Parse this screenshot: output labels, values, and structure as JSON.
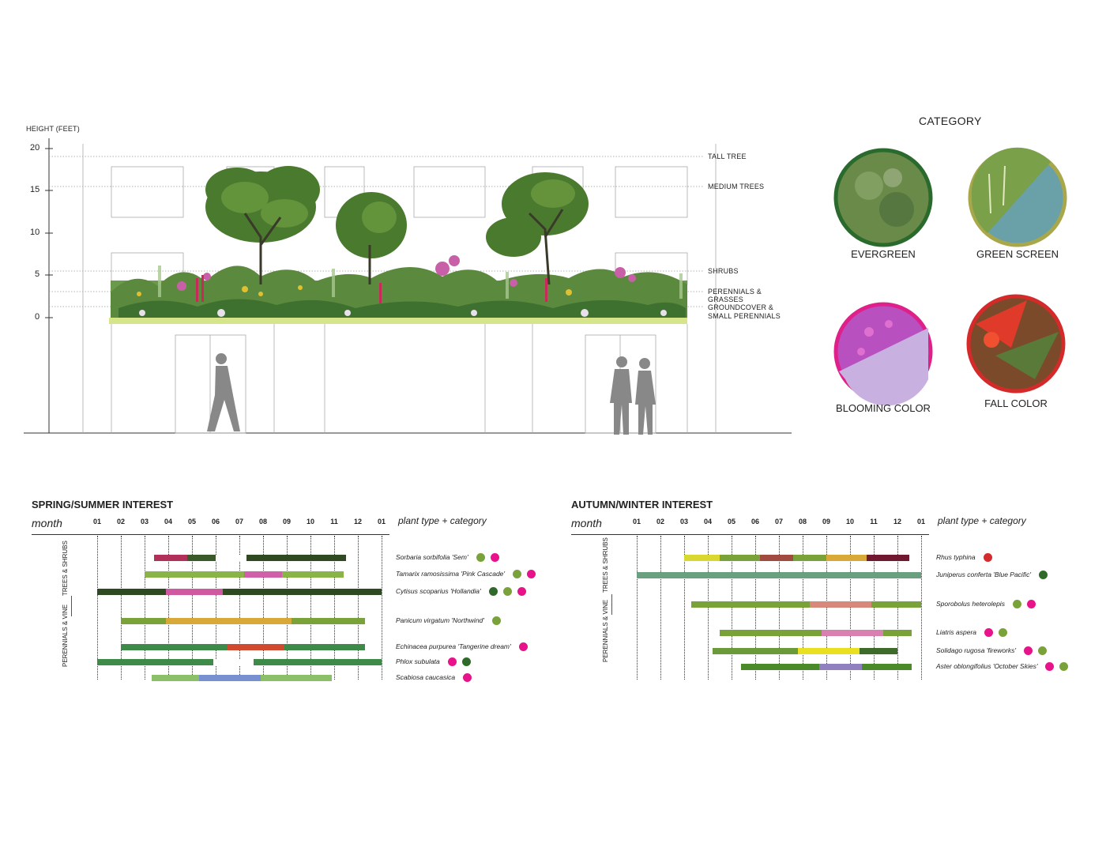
{
  "colors": {
    "evergreen": "#2a6a2c",
    "green_screen": "#a8a84a",
    "blooming": "#e0208a",
    "fall": "#d42a2a",
    "dot_green": "#7aa23a",
    "dot_dark": "#2f6a2a",
    "dot_pink": "#e8128a",
    "dot_red": "#d22c2c"
  },
  "elevation": {
    "height_label": "HEIGHT (FEET)",
    "y_ticks": [
      "20",
      "15",
      "10",
      "5",
      "0"
    ],
    "levels": [
      "TALL TREE",
      "MEDIUM TREES",
      "SHRUBS",
      "PERENNIALS & GRASSES",
      "GROUNDCOVER &",
      "SMALL PERENNIALS"
    ]
  },
  "category": {
    "title": "CATEGORY",
    "items": [
      "EVERGREEN",
      "GREEN SCREEN",
      "BLOOMING COLOR",
      "FALL COLOR"
    ]
  },
  "spring": {
    "title": "SPRING/SUMMER INTEREST",
    "month_label": "month",
    "type_label": "plant type + category",
    "months": [
      "01",
      "02",
      "03",
      "04",
      "05",
      "06",
      "07",
      "08",
      "09",
      "10",
      "11",
      "12",
      "01"
    ],
    "group_labels": [
      "TREES & SHRUBS",
      "PERENNIALS & VINE"
    ],
    "plants": [
      {
        "name": "Sorbaria sorbifolia 'Sem'",
        "dots": [
          "dot_green",
          "dot_pink"
        ],
        "segments": [
          [
            2.4,
            3.8,
            "#b0305a"
          ],
          [
            3.8,
            5.0,
            "#3a5a2a"
          ],
          [
            5.0,
            6.3,
            "#ffffff"
          ],
          [
            6.3,
            10.5,
            "#2f4a22"
          ]
        ]
      },
      {
        "name": "Tamarix ramosissima 'Pink Cascade'",
        "dots": [
          "dot_green",
          "dot_pink"
        ],
        "segments": [
          [
            2.0,
            6.2,
            "#8ab448"
          ],
          [
            6.2,
            7.8,
            "#d060a8"
          ],
          [
            7.8,
            10.4,
            "#8ab448"
          ]
        ]
      },
      {
        "name": "Cytisus scoparius 'Hollandia'",
        "dots": [
          "dot_dark",
          "dot_green",
          "dot_pink"
        ],
        "segments": [
          [
            0.0,
            2.9,
            "#2e4a20"
          ],
          [
            2.9,
            5.3,
            "#d058a0"
          ],
          [
            5.3,
            12.0,
            "#2e4a20"
          ]
        ]
      },
      {
        "name": "Panicum virgatum 'Northwind'",
        "dots": [
          "dot_green"
        ],
        "segments": [
          [
            1.0,
            2.9,
            "#7aa23a"
          ],
          [
            2.9,
            8.2,
            "#d8a838"
          ],
          [
            8.2,
            11.3,
            "#7aa23a"
          ]
        ]
      },
      {
        "name": "Echinacea purpurea 'Tangerine dream'",
        "dots": [
          "dot_pink"
        ],
        "segments": [
          [
            1.0,
            5.5,
            "#3e8a48"
          ],
          [
            5.5,
            7.9,
            "#d04a30"
          ],
          [
            7.9,
            11.3,
            "#3e8a48"
          ]
        ]
      },
      {
        "name": "Phlox subulata",
        "dots": [
          "dot_pink",
          "dot_dark"
        ],
        "segments": [
          [
            0.0,
            4.9,
            "#3e8a48"
          ],
          [
            4.9,
            6.6,
            "#ffffff"
          ],
          [
            6.6,
            12.0,
            "#3e8a48"
          ]
        ]
      },
      {
        "name": "Scabiosa caucasica",
        "dots": [
          "dot_pink"
        ],
        "segments": [
          [
            2.3,
            4.3,
            "#8cc068"
          ],
          [
            4.3,
            6.9,
            "#7890d0"
          ],
          [
            6.9,
            9.9,
            "#8cc068"
          ]
        ]
      }
    ]
  },
  "autumn": {
    "title": "AUTUMN/WINTER INTEREST",
    "month_label": "month",
    "type_label": "plant type + category",
    "months": [
      "01",
      "02",
      "03",
      "04",
      "05",
      "06",
      "07",
      "08",
      "09",
      "10",
      "11",
      "12",
      "01"
    ],
    "group_labels": [
      "TREES & SHRUBS",
      "PERENNIALS & VINE"
    ],
    "plants": [
      {
        "name": "Rhus typhina",
        "dots": [
          "dot_red"
        ],
        "segments": [
          [
            2.0,
            3.5,
            "#d8d830"
          ],
          [
            3.5,
            5.2,
            "#7aa23a"
          ],
          [
            5.2,
            6.6,
            "#a04a40"
          ],
          [
            6.6,
            8.0,
            "#7aa23a"
          ],
          [
            8.0,
            9.7,
            "#d8a838"
          ],
          [
            9.7,
            11.5,
            "#701830"
          ]
        ]
      },
      {
        "name": "Juniperus conferta 'Blue Pacific'",
        "dots": [
          "dot_dark"
        ],
        "segments": [
          [
            0.0,
            12.0,
            "#6aa080"
          ]
        ]
      },
      {
        "name": "Sporobolus heterolepis",
        "dots": [
          "dot_green",
          "dot_pink"
        ],
        "segments": [
          [
            2.3,
            7.3,
            "#7aa23a"
          ],
          [
            7.3,
            9.9,
            "#d8887a"
          ],
          [
            9.9,
            12.0,
            "#7aa23a"
          ]
        ]
      },
      {
        "name": "Liatris aspera",
        "dots": [
          "dot_pink",
          "dot_green"
        ],
        "segments": [
          [
            3.5,
            7.8,
            "#7aa23a"
          ],
          [
            7.8,
            10.4,
            "#d880b0"
          ],
          [
            10.4,
            11.6,
            "#7aa23a"
          ]
        ]
      },
      {
        "name": "Solidago rugosa 'fireworks'",
        "dots": [
          "dot_pink",
          "dot_green"
        ],
        "segments": [
          [
            3.2,
            6.8,
            "#6a9a3a"
          ],
          [
            6.8,
            9.4,
            "#e8e020"
          ],
          [
            9.4,
            11.0,
            "#3e6a2a"
          ]
        ]
      },
      {
        "name": "Aster oblongifolius 'October Skies'",
        "dots": [
          "dot_pink",
          "dot_green"
        ],
        "segments": [
          [
            4.4,
            7.7,
            "#4a8a2a"
          ],
          [
            7.7,
            9.5,
            "#9080c0"
          ],
          [
            9.5,
            11.6,
            "#4a8a2a"
          ]
        ]
      }
    ]
  }
}
